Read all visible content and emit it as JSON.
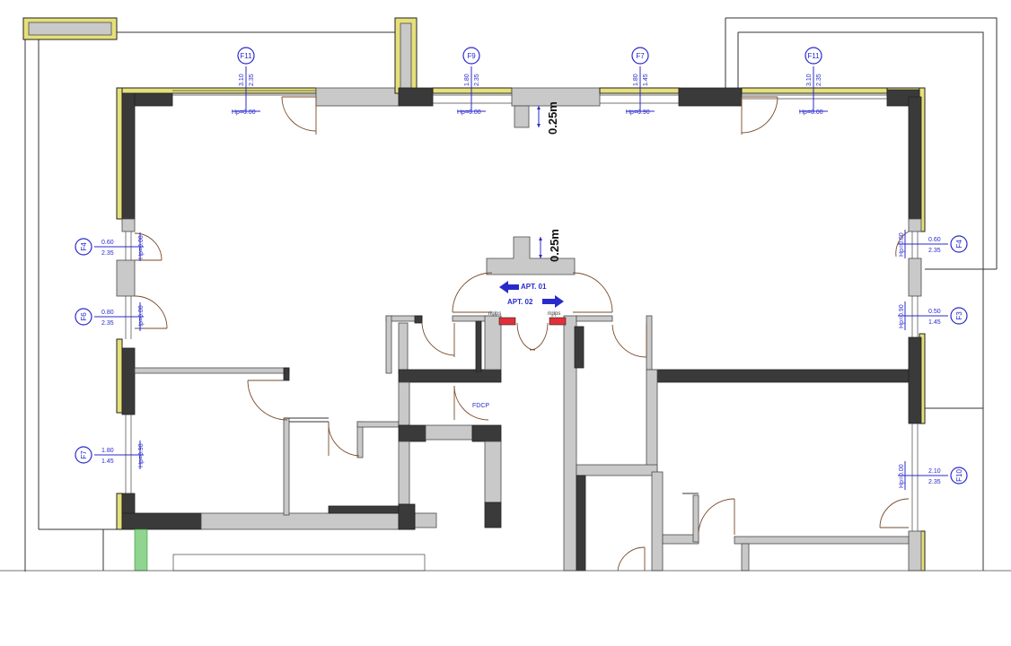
{
  "window_tags": [
    {
      "id": "F11",
      "dims": [
        "3.10",
        "2.35"
      ],
      "hp": "Hp=0.00"
    },
    {
      "id": "F9",
      "dims": [
        "1.80",
        "2.35"
      ],
      "hp": "Hp=0.00"
    },
    {
      "id": "F7",
      "dims": [
        "1.80",
        "1.45"
      ],
      "hp": "Hp=0.90"
    },
    {
      "id": "F11",
      "dims": [
        "3.10",
        "2.35"
      ],
      "hp": "Hp=0.00"
    },
    {
      "id": "F4",
      "dims": [
        "0.60",
        "2.35"
      ],
      "hp": "Hp=0.00"
    },
    {
      "id": "F6",
      "dims": [
        "0.80",
        "2.35"
      ],
      "hp": "Hp=0.00"
    },
    {
      "id": "F7",
      "dims": [
        "1.80",
        "1.45"
      ],
      "hp": "Hp=0.90"
    },
    {
      "id": "F4",
      "dims": [
        "0.60",
        "2.35"
      ],
      "hp": "Hp=0.00"
    },
    {
      "id": "F3",
      "dims": [
        "0.50",
        "1.45"
      ],
      "hp": "Hp=0.90"
    },
    {
      "id": "F10",
      "dims": [
        "2.10",
        "2.35"
      ],
      "hp": "Hp=0.00"
    }
  ],
  "dimension_labels": {
    "top_recess": "0.25m",
    "center_recess": "0.25m"
  },
  "apartments": {
    "apt1": "APT. 01",
    "apt2": "APT. 02"
  },
  "partition_labels": {
    "left": "rigips",
    "right": "rigips",
    "room": "FDCP"
  },
  "colors": {
    "annotation_blue": "#2a2acc",
    "wall_dark": "#3a3a3a",
    "wall_grey": "#c9c9c9",
    "insulation_yellow": "#e6e07a",
    "door_brown": "#7a4a2a",
    "marker_red": "#e0303a",
    "green_hatch": "#8fd48f"
  }
}
